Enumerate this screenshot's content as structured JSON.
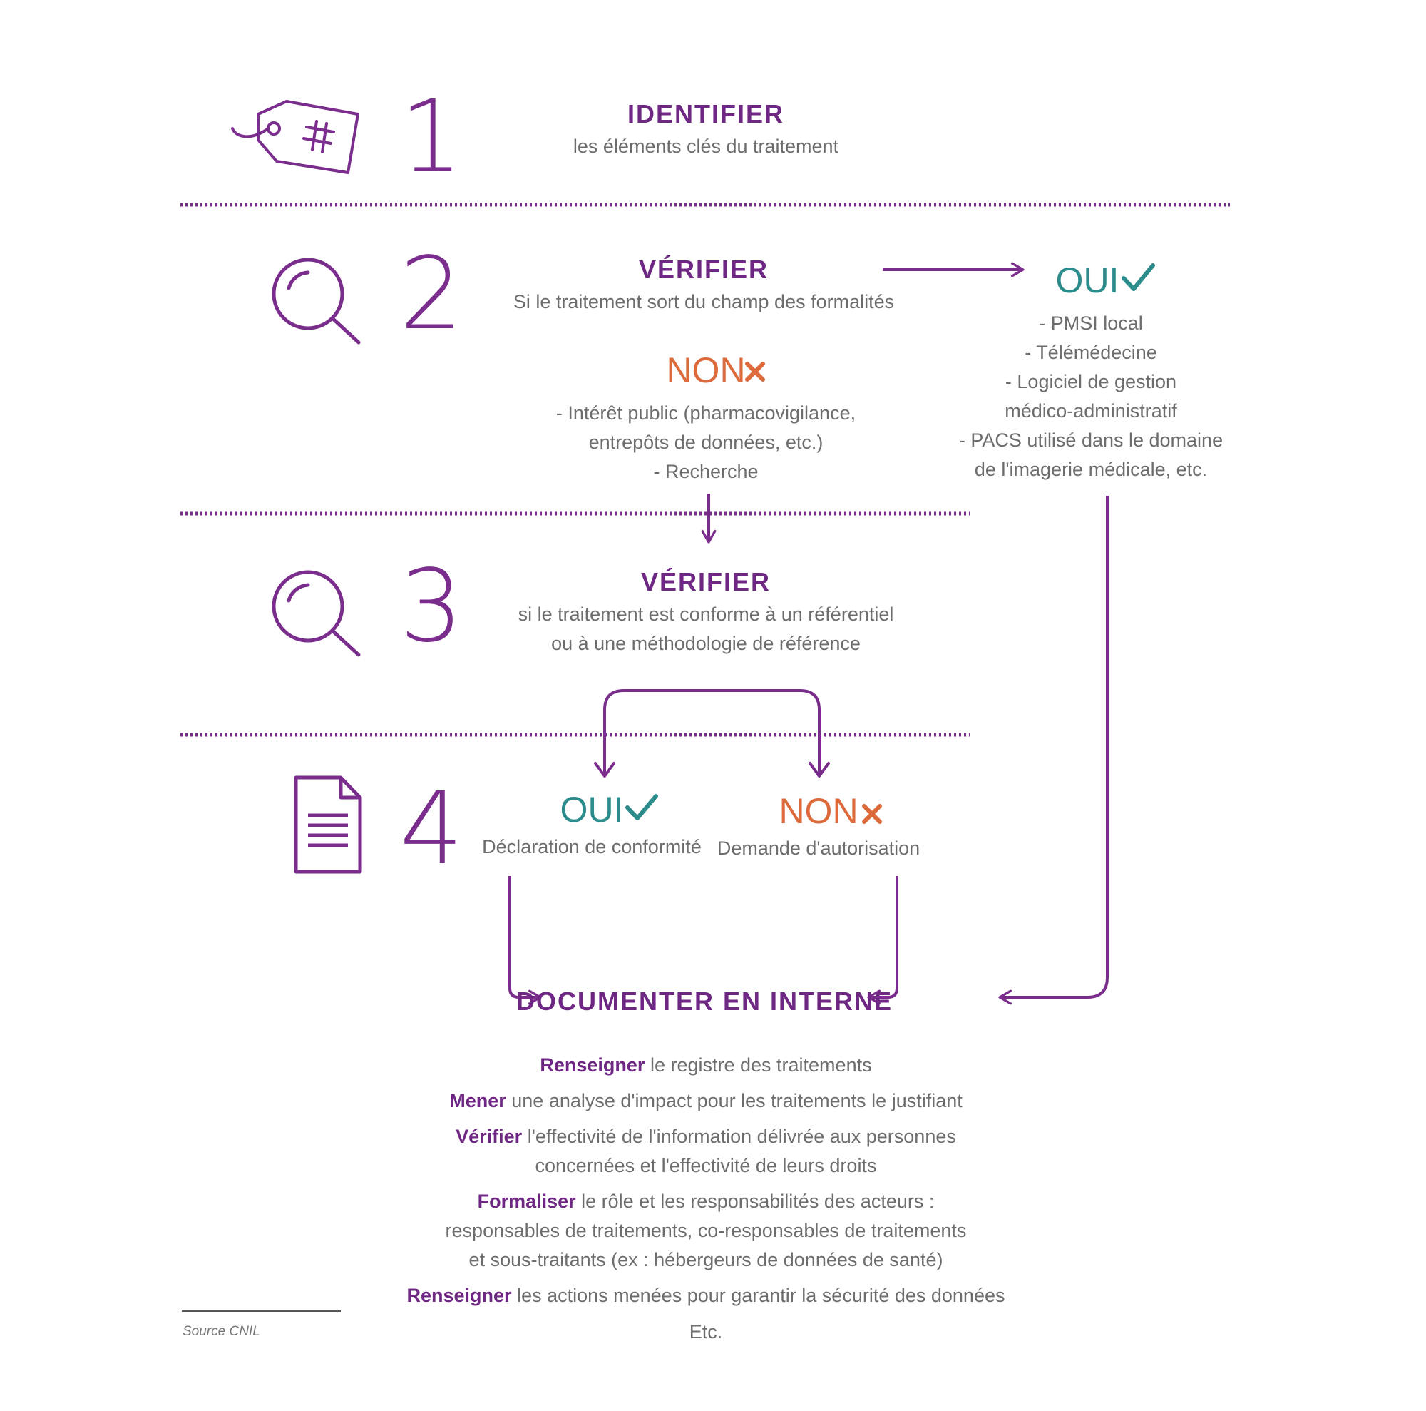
{
  "colors": {
    "purple": "#6e2783",
    "teal": "#2c8c8c",
    "orange": "#dd6a3a",
    "gray": "#6d6d6d",
    "dots": "#7a2d8c"
  },
  "step1": {
    "number": "1",
    "icon": "tag-hash-icon",
    "title": "IDENTIFIER",
    "subtitle": "les éléments clés du traitement"
  },
  "step2": {
    "number": "2",
    "icon": "magnifier-icon",
    "title": "VÉRIFIER",
    "subtitle": "Si le traitement sort du champ des formalités",
    "non": {
      "label": "NON",
      "mark": "×",
      "lines": [
        "- Intérêt public (pharmacovigilance,",
        "entrepôts de données, etc.)",
        "- Recherche"
      ]
    },
    "oui": {
      "label": "OUI",
      "mark": "✓",
      "lines": [
        "- PMSI local",
        "- Télémédecine",
        "- Logiciel de gestion",
        "médico-administratif",
        "- PACS utilisé dans le domaine",
        "de l'imagerie médicale, etc."
      ]
    }
  },
  "step3": {
    "number": "3",
    "icon": "magnifier-icon",
    "title": "VÉRIFIER",
    "subtitle_lines": [
      "si le traitement est conforme à un référentiel",
      "ou à une méthodologie de référence"
    ]
  },
  "step4": {
    "number": "4",
    "icon": "document-icon",
    "oui": {
      "label": "OUI",
      "mark": "✓",
      "text": "Déclaration de conformité"
    },
    "non": {
      "label": "NON",
      "mark": "×",
      "text": "Demande d'autorisation"
    }
  },
  "documenter": {
    "title": "DOCUMENTER EN INTERNE",
    "items": [
      {
        "bold": "Renseigner",
        "lines": [
          " le registre des traitements"
        ]
      },
      {
        "bold": "Mener",
        "lines": [
          " une analyse d'impact pour les traitements le justifiant"
        ]
      },
      {
        "bold": "Vérifier",
        "lines": [
          " l'effectivité de l'information délivrée aux personnes",
          "concernées et l'effectivité de leurs droits"
        ]
      },
      {
        "bold": "Formaliser",
        "lines": [
          " le rôle et les responsabilités des acteurs :",
          "responsables de traitements, co-responsables de traitements",
          "et sous-traitants (ex : hébergeurs de données de santé)"
        ]
      },
      {
        "bold": "Renseigner",
        "lines": [
          " les actions menées pour garantir la sécurité des données"
        ]
      }
    ],
    "etc": "Etc."
  },
  "source": "Source CNIL"
}
